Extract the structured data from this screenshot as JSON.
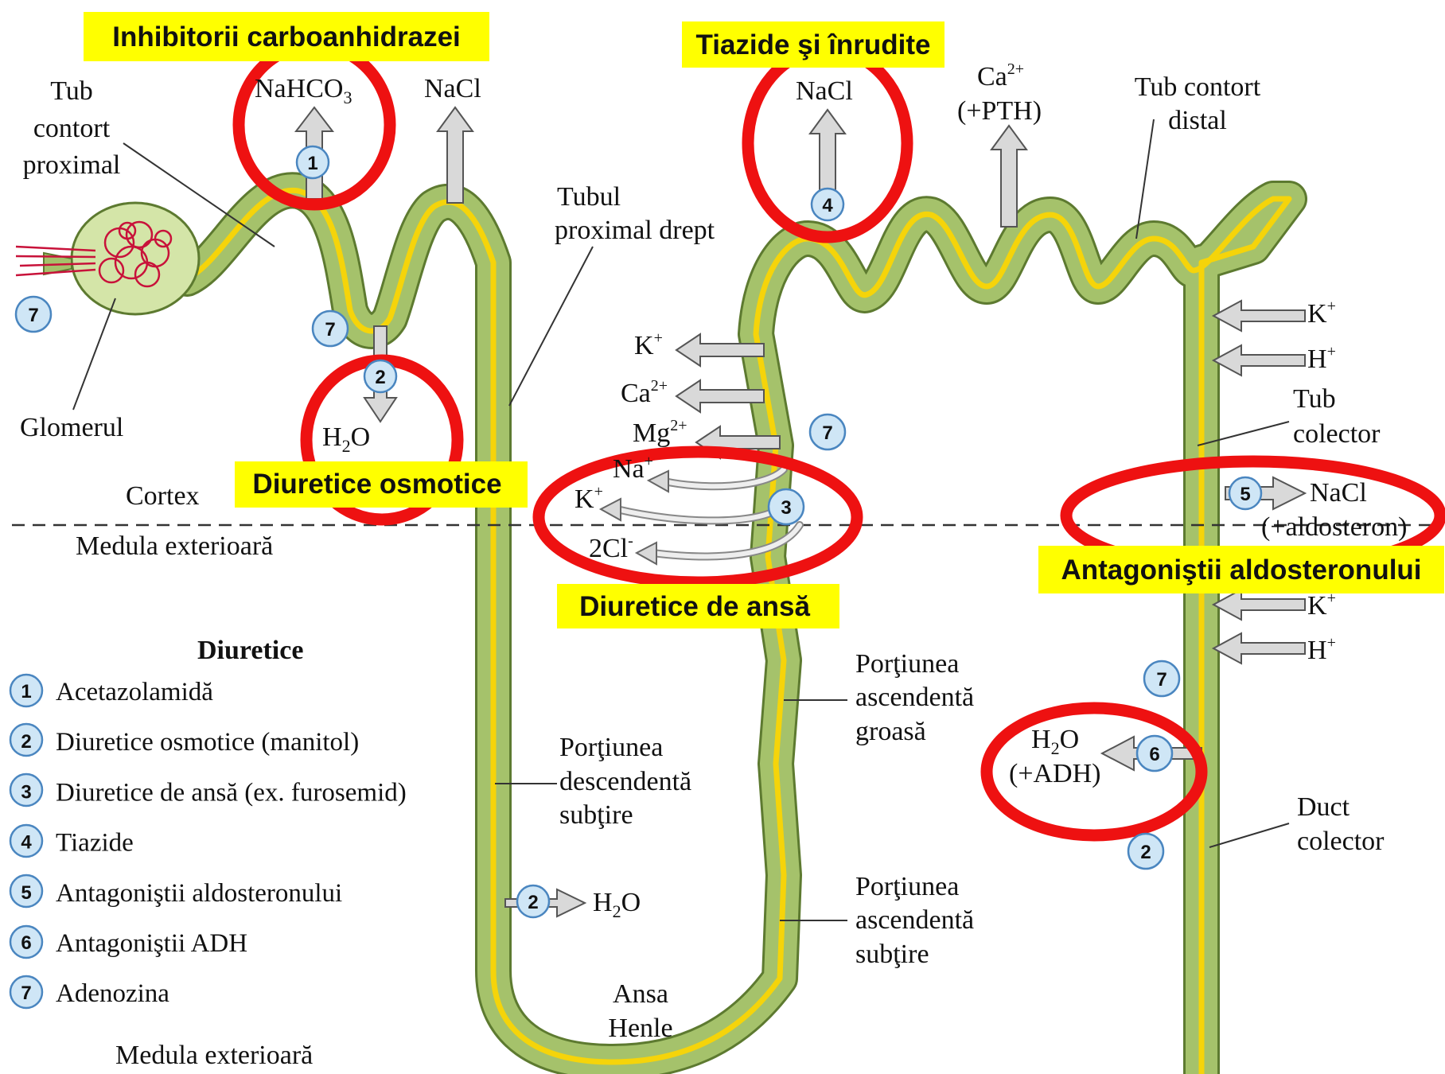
{
  "colors": {
    "tubule_fill": "#a5c26b",
    "tubule_edge": "#5d7a30",
    "lumen": "#f5d40a",
    "highlight_box": "#ffff00",
    "ring": "#ee1111",
    "badge_fill": "#cfe6f6",
    "badge_edge": "#4a86c0",
    "arrow_fill": "#d9d9d9",
    "glomerulus": "#c8123a"
  },
  "categories": {
    "ca_inhibitors": "Inhibitorii carboanhidrazei",
    "thiazides": "Tiazide şi înrudite",
    "osmotic": "Diuretice osmotice",
    "loop": "Diuretice de ansă",
    "aldosterone": "Antagoniştii aldosteronului"
  },
  "labels": {
    "proximal_1": "Tub",
    "proximal_2": "contort",
    "proximal_3": "proximal",
    "glomerulus": "Glomerul",
    "cortex": "Cortex",
    "medulla_top": "Medula exterioară",
    "medulla_bottom": "Medula exterioară",
    "prox_straight_1": "Tubul",
    "prox_straight_2": "proximal drept",
    "distal_1": "Tub contort",
    "distal_2": "distal",
    "collecting_tube_1": "Tub",
    "collecting_tube_2": "colector",
    "thick_1": "Porţiunea",
    "thick_2": "ascendentă",
    "thick_3": "groasă",
    "thin_desc_1": "Porţiunea",
    "thin_desc_2": "descendentă",
    "thin_desc_3": "subţire",
    "thin_asc_1": "Porţiunea",
    "thin_asc_2": "ascendentă",
    "thin_asc_3": "subţire",
    "loop_1": "Ansa",
    "loop_2": "Henle",
    "duct_1": "Duct",
    "duct_2": "colector"
  },
  "ions": {
    "nahco3": "NaHCO",
    "nahco3_sub": "3",
    "nacl_prox": "NaCl",
    "h2o_a": "H",
    "h2o_sub": "2",
    "h2o_b": "O",
    "nacl_distal": "NaCl",
    "ca": "Ca",
    "ca_sup": "2+",
    "pth": "(+PTH)",
    "k": "K",
    "plus": "+",
    "mg": "Mg",
    "na": "Na",
    "two_cl": "2Cl",
    "minus": "-",
    "h": "H",
    "nacl_collect": "NaCl",
    "aldo": "(+aldosteron)",
    "adh": "(+ADH)"
  },
  "legend": {
    "title": "Diuretice",
    "items": [
      {
        "num": "1",
        "text": "Acetazolamidă"
      },
      {
        "num": "2",
        "text": "Diuretice osmotice (manitol)"
      },
      {
        "num": "3",
        "text": "Diuretice de ansă (ex. furosemid)"
      },
      {
        "num": "4",
        "text": "Tiazide"
      },
      {
        "num": "5",
        "text": "Antagoniştii aldosteronului"
      },
      {
        "num": "6",
        "text": "Antagoniştii ADH"
      },
      {
        "num": "7",
        "text": "Adenozina"
      }
    ]
  },
  "badges": {
    "n1": "1",
    "n2": "2",
    "n3": "3",
    "n4": "4",
    "n5": "5",
    "n6": "6",
    "n7": "7"
  }
}
